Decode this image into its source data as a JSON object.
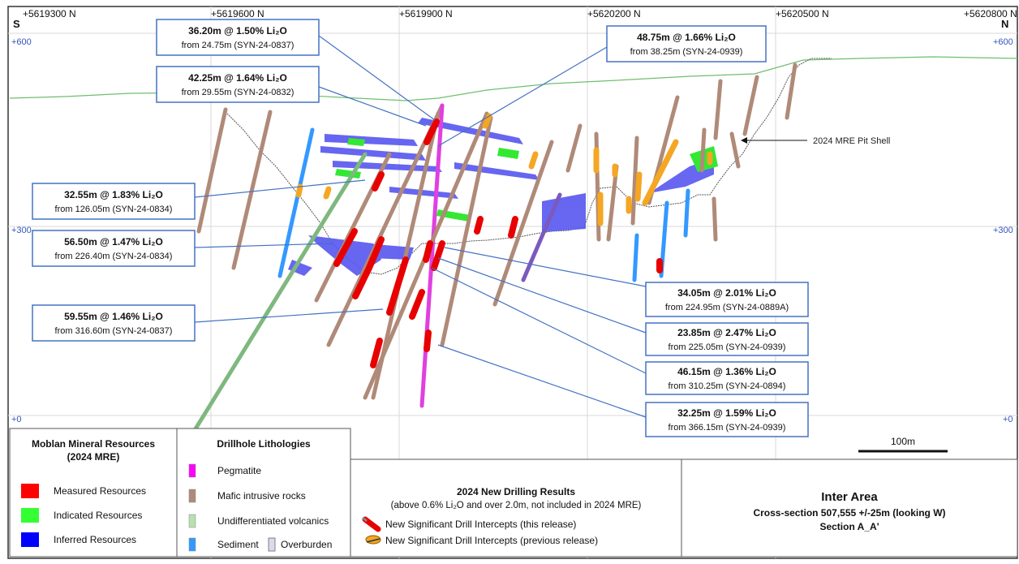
{
  "grid": {
    "northing_labels": [
      "+5619300 N",
      "+5619600 N",
      "+5619900 N",
      "+5620200 N",
      "+5620500 N",
      "+5620800 N"
    ],
    "elevation_labels": [
      "+600",
      "+300",
      "+0"
    ],
    "left_end": "S",
    "right_end": "N"
  },
  "pit_shell_label": "2024 MRE Pit Shell",
  "callouts": [
    {
      "main": "36.20m @ 1.50% Li₂O",
      "sub": "from 24.75m  (SYN-24-0837)"
    },
    {
      "main": "42.25m @ 1.64% Li₂O",
      "sub": "from 29.55m  (SYN-24-0832)"
    },
    {
      "main": "48.75m @ 1.66% Li₂O",
      "sub": "from 38.25m  (SYN-24-0939)"
    },
    {
      "main": "32.55m @ 1.83% Li₂O",
      "sub": "from 126.05m  (SYN-24-0834)"
    },
    {
      "main": "56.50m @ 1.47% Li₂O",
      "sub": "from 226.40m  (SYN-24-0834)"
    },
    {
      "main": "59.55m @ 1.46% Li₂O",
      "sub": "from 316.60m  (SYN-24-0837)"
    },
    {
      "main": "34.05m @ 2.01% Li₂O",
      "sub": "from 224.95m  (SYN-24-0889A)"
    },
    {
      "main": "23.85m @ 2.47% Li₂O",
      "sub": "from 225.05m  (SYN-24-0939)"
    },
    {
      "main": "46.15m @ 1.36% Li₂O",
      "sub": "from 310.25m  (SYN-24-0894)"
    },
    {
      "main": "32.25m @ 1.59% Li₂O",
      "sub": "from 366.15m  (SYN-24-0939)"
    }
  ],
  "scale_bar": "100m",
  "legend": {
    "resources": {
      "title1": "Moblan Mineral Resources",
      "title2": "(2024 MRE)",
      "items": [
        {
          "label": "Measured Resources",
          "color": "#ff0000"
        },
        {
          "label": "Indicated Resources",
          "color": "#33ff33"
        },
        {
          "label": "Inferred Resources",
          "color": "#0000ff"
        }
      ]
    },
    "lithologies": {
      "title": "Drillhole Lithologies",
      "items": [
        {
          "label": "Pegmatite",
          "color": "#ff00ff"
        },
        {
          "label": "Mafic intrusive rocks",
          "color": "#b08a78"
        },
        {
          "label": "Undifferentiated volcanics",
          "color": "#b8e0b0"
        }
      ],
      "sediment": "Sediment",
      "overburden": "Overburden",
      "sediment_color": "#3399ff",
      "overburden_color": "#d8dce8"
    },
    "drilling": {
      "title": "2024 New Drilling Results",
      "subtitle": "(above 0.6% Li₂O and over 2.0m, not included in 2024 MRE)",
      "item1": "New Significant Drill Intercepts (this release)",
      "item2": "New Significant Drill Intercepts (previous release)"
    },
    "area": {
      "title": "Inter Area",
      "line2": "Cross-section 507,555 +/-25m (looking W)",
      "line3": "Section A_A'"
    }
  }
}
